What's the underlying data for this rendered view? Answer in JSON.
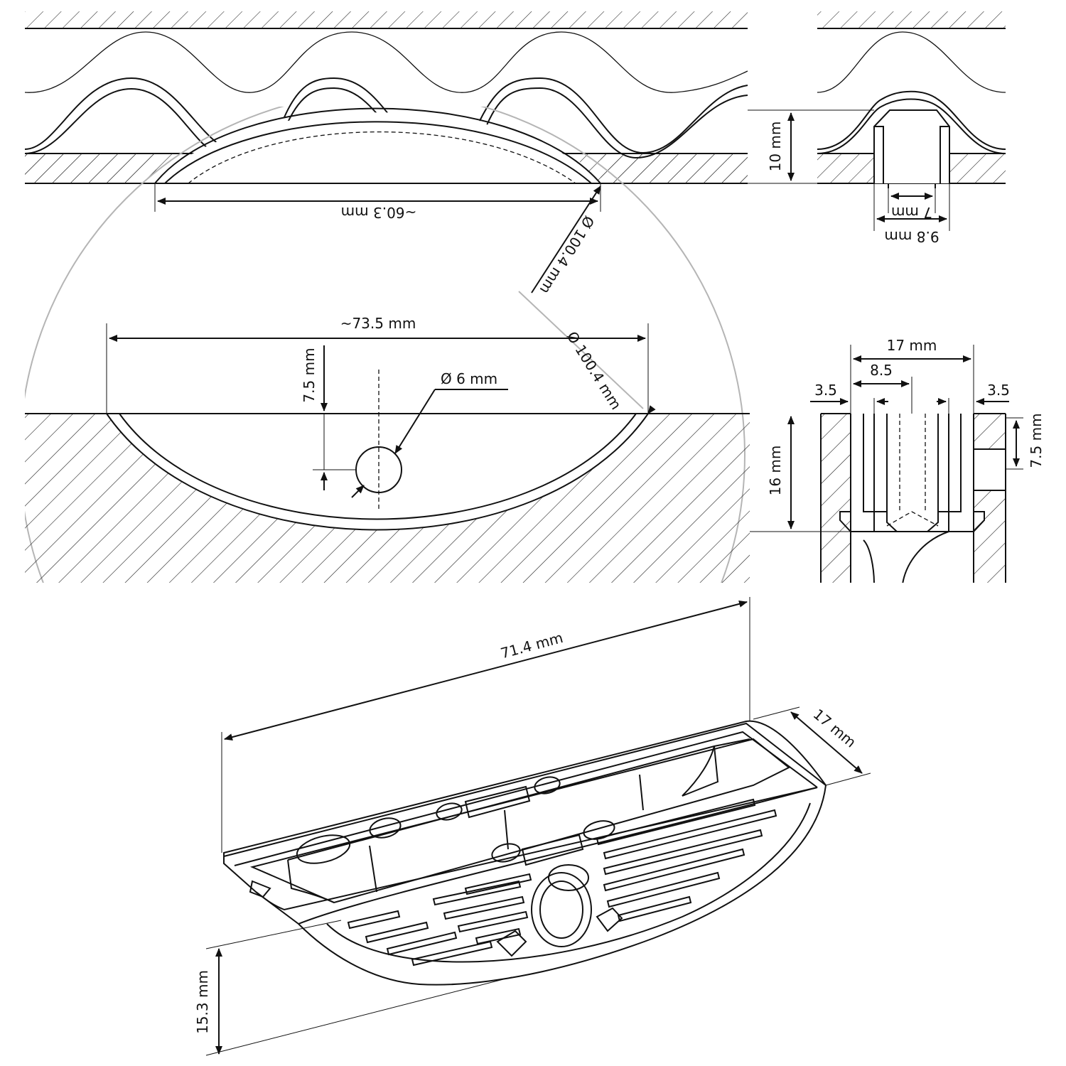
{
  "dimensions": {
    "chord_top": "~60.3 mm",
    "diameter_top": "Ø 100.4 mm",
    "board_thickness_top": "10 mm",
    "slot_inner_top": "7 mm",
    "slot_outer_top": "9.8 mm",
    "chord_mid": "~73.5 mm",
    "depth_mid": "7.5 mm",
    "hole_diameter": "Ø 6 mm",
    "diameter_mid": "Ø 100.4 mm",
    "slot_depth_mid": "16 mm",
    "width_side": "17 mm",
    "half_side": "8.5",
    "wall_left": "3.5",
    "wall_right": "3.5",
    "depth_side": "7.5 mm",
    "length_iso": "71.4 mm",
    "width_iso": "17 mm",
    "height_iso": "15.3 mm"
  }
}
